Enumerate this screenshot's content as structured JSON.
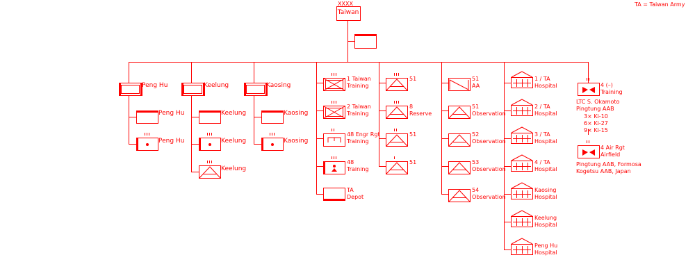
{
  "legend": "TA = Taiwan Army",
  "root": {
    "echelon": "XXXX",
    "name": "Taiwan"
  },
  "colors": {
    "line": "#ff0000",
    "fill": "#ffffff"
  },
  "units": [
    {
      "id": "peng-hu-sector",
      "label": "Peng Hu"
    },
    {
      "id": "peng-hu-hq",
      "label": "Peng Hu"
    },
    {
      "id": "peng-hu-fortress",
      "label": "Peng Hu"
    },
    {
      "id": "keelung-sector",
      "label": "Keelung"
    },
    {
      "id": "keelung-hq",
      "label": "Keelung"
    },
    {
      "id": "keelung-fortress",
      "label": "Keelung"
    },
    {
      "id": "keelung-mtn",
      "label": "Keelung"
    },
    {
      "id": "kaosing-sector",
      "label": "Kaosing"
    },
    {
      "id": "kaosing-hq",
      "label": "Kaosing"
    },
    {
      "id": "kaosing-fortress",
      "label": "Kaosing"
    },
    {
      "id": "taiwan-training-1",
      "label": "1 Taiwan\nTraining"
    },
    {
      "id": "taiwan-training-2",
      "label": "2 Taiwan\nTraining"
    },
    {
      "id": "engr-rgt-48",
      "label": "48 Engr Rgt\nTraining"
    },
    {
      "id": "training-48",
      "label": "48\nTraining"
    },
    {
      "id": "ta-depot",
      "label": "TA\nDepot"
    },
    {
      "id": "mtn-51-a",
      "label": "51"
    },
    {
      "id": "reserve-8",
      "label": "8\nReserve"
    },
    {
      "id": "mtn-51-b",
      "label": "51"
    },
    {
      "id": "mtn-51-c",
      "label": "51"
    },
    {
      "id": "aa-51",
      "label": "51\nAA"
    },
    {
      "id": "obs-51",
      "label": "51\nObservation"
    },
    {
      "id": "obs-52",
      "label": "52\nObservation"
    },
    {
      "id": "obs-53",
      "label": "53\nObservation"
    },
    {
      "id": "obs-54",
      "label": "54\nObservation"
    },
    {
      "id": "hosp-1",
      "label": "1 / TA\nHospital"
    },
    {
      "id": "hosp-2",
      "label": "2 / TA\nHospital"
    },
    {
      "id": "hosp-3",
      "label": "3 / TA\nHospital"
    },
    {
      "id": "hosp-4",
      "label": "4 / TA\nHospital"
    },
    {
      "id": "hosp-kaosing",
      "label": "Kaosing\nHospital"
    },
    {
      "id": "hosp-keelung",
      "label": "Keelung\nHospital"
    },
    {
      "id": "hosp-penghu",
      "label": "Peng Hu\nHospital"
    },
    {
      "id": "air-training-4",
      "label": "4 (–)\nTraining"
    },
    {
      "id": "air-rgt-4",
      "label": "4 Air Rgt\nAirfield"
    }
  ],
  "notes": {
    "commander": "LTC S. Okamoto\nPingtung AAB",
    "aircraft": "3× Ki-10\n6× Ki-27\n9× Ki-15",
    "bases": "Pingtung AAB, Formosa\nKogetsu AAB, Japan"
  }
}
